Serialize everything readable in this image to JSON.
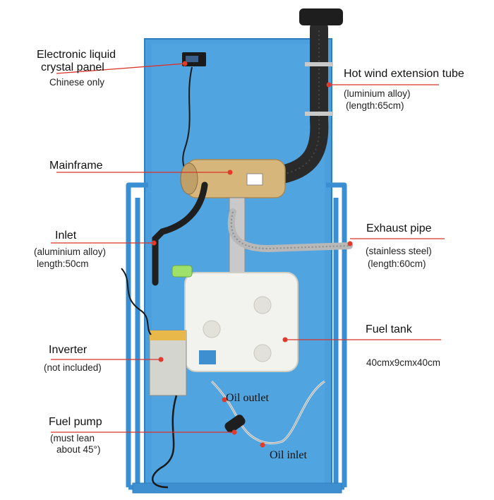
{
  "colors": {
    "board": "#4a9fdc",
    "board_dark": "#2f7fc0",
    "frame": "#3a8fd3",
    "leader_line": "#d9342b",
    "marker": "#e23a2a",
    "tube": "#2a2a2a",
    "heater_body": "#d6b67a",
    "tank": "#f2f2ee",
    "steel": "#b8b8b8"
  },
  "labels": {
    "panel_title_1": "Electronic liquid",
    "panel_title_2": "crystal panel",
    "panel_note": "Chinese only",
    "hot_wind_title": "Hot wind extension tube",
    "hot_wind_note_1": "(luminium alloy)",
    "hot_wind_note_2": "(length:65cm)",
    "mainframe_title": "Mainframe",
    "inlet_title": "Inlet",
    "inlet_note_1": "(aluminium alloy)",
    "inlet_note_2": "length:50cm",
    "exhaust_title": "Exhaust pipe",
    "exhaust_note_1": "(stainless steel)",
    "exhaust_note_2": "(length:60cm)",
    "fuel_tank_title": "Fuel tank",
    "fuel_tank_size": "40cmx9cmx40cm",
    "inverter_title": "Inverter",
    "inverter_note": "(not included)",
    "oil_outlet": "Oil outlet",
    "fuel_pump_title": "Fuel pump",
    "fuel_pump_note_1": "(must lean",
    "fuel_pump_note_2": "about 45°)",
    "oil_inlet": "Oil inlet"
  }
}
